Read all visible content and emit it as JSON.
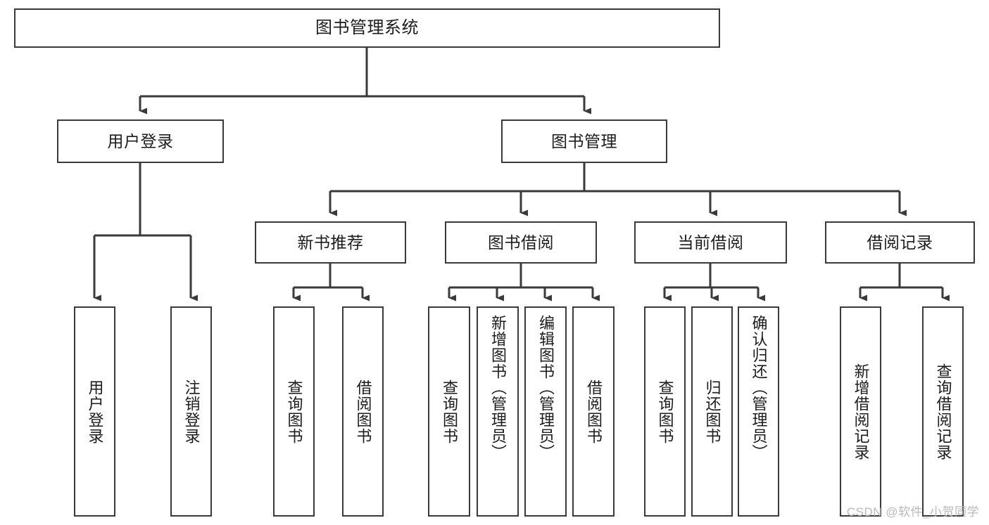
{
  "diagram": {
    "title": "图书管理系统",
    "type": "tree-hierarchy-chart",
    "colors": {
      "box_border": "#3a3a3a",
      "box_fill": "#ffffff",
      "edge": "#3a3a3a",
      "text": "#1c1c1c",
      "watermark": "#b9b9b9",
      "background": "#ffffff"
    },
    "root": {
      "label": "图书管理系统"
    },
    "level2": [
      {
        "label": "用户登录"
      },
      {
        "label": "图书管理"
      }
    ],
    "level3": [
      {
        "label": "新书推荐"
      },
      {
        "label": "图书借阅"
      },
      {
        "label": "当前借阅"
      },
      {
        "label": "借阅记录"
      }
    ],
    "leaves": {
      "user_login": [
        {
          "label": "用户登录"
        },
        {
          "label": "注销登录"
        }
      ],
      "new_book_recommend": [
        {
          "label": "查询图书"
        },
        {
          "label": "借阅图书"
        }
      ],
      "book_borrow": [
        {
          "label": "查询图书"
        },
        {
          "label": "新增图书（管理员）"
        },
        {
          "label": "编辑图书（管理员）"
        },
        {
          "label": "借阅图书"
        }
      ],
      "current_borrow": [
        {
          "label": "查询图书"
        },
        {
          "label": "归还图书"
        },
        {
          "label": "确认归还（管理员）"
        }
      ],
      "borrow_record": [
        {
          "label": "新增借阅记录"
        },
        {
          "label": "查询借阅记录"
        }
      ]
    }
  },
  "watermark": {
    "text": "CSDN @软件_小贺同学"
  }
}
